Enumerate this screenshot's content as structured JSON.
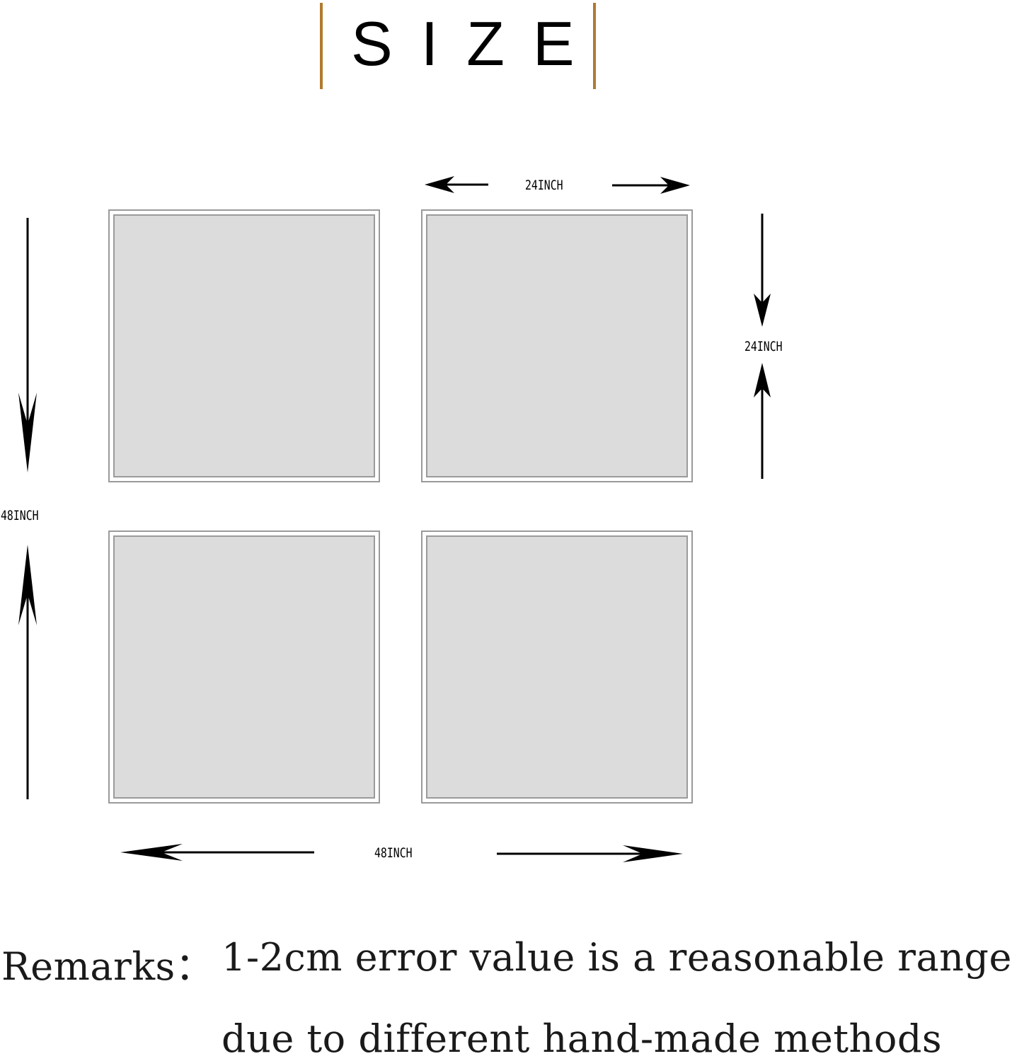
{
  "title": "SIZE",
  "dimensions": {
    "panel_width": "24INCH",
    "panel_height": "24INCH",
    "total_height": "48INCH",
    "total_width": "48INCH"
  },
  "remarks": {
    "label": "Remarks：",
    "line1": "1-2cm error value is a reasonable range",
    "line2": "due to different hand-made methods"
  },
  "colors": {
    "title_bar": "#b07a2e",
    "panel_fill": "#dcdcdc",
    "panel_border": "#9a9a9a"
  }
}
